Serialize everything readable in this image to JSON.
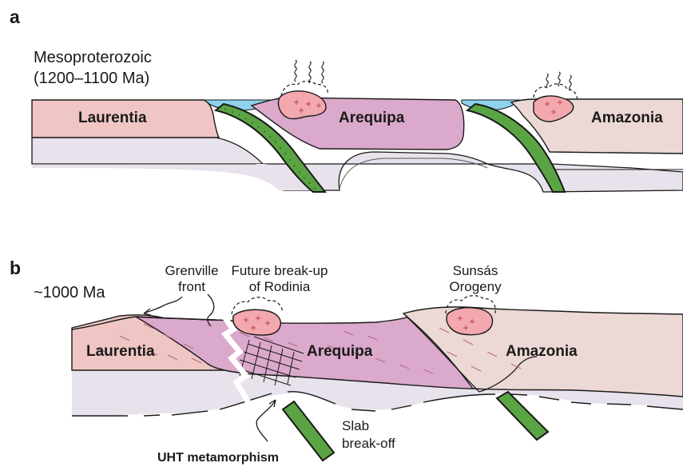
{
  "panel_a": {
    "letter": "a",
    "age_line1": "Mesoproterozoic",
    "age_line2": "(1200–1100 Ma)",
    "blocks": {
      "left": "Laurentia",
      "middle": "Arequipa",
      "right": "Amazonia"
    }
  },
  "panel_b": {
    "letter": "b",
    "age": "~1000 Ma",
    "blocks": {
      "left": "Laurentia",
      "middle": "Arequipa",
      "right": "Amazonia"
    },
    "grenville_line1": "Grenville",
    "grenville_line2": "front",
    "breakup_line1": "Future break-up",
    "breakup_line2": "of Rodinia",
    "sunsas_line1": "Sunsás",
    "sunsas_line2": "Orogeny",
    "uht": "UHT metamorphism",
    "slab_line1": "Slab",
    "slab_line2": "break-off"
  },
  "colors": {
    "laurentia": "#efc6c3",
    "arequipa": "#dba9cb",
    "amazonia": "#ecd8d5",
    "mantle": "#e8e2ec",
    "slab": "#5aa443",
    "ocean": "#8ed2ee",
    "pluton": "#f2a8ad",
    "outline": "#1a1a1a"
  }
}
